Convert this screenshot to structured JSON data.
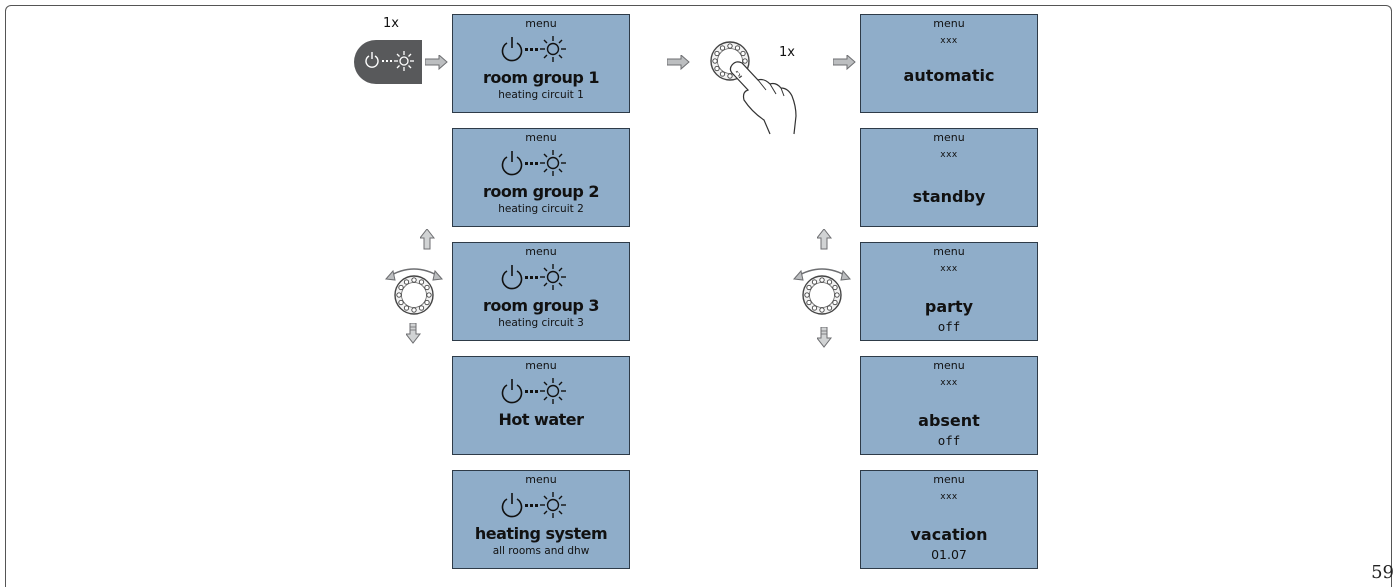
{
  "page_number": "59",
  "labels": {
    "press_count_button": "1x",
    "press_count_knob": "1x"
  },
  "left_screens": [
    {
      "menu": "menu",
      "title": "room group 1",
      "subtitle": "heating circuit 1"
    },
    {
      "menu": "menu",
      "title": "room group 2",
      "subtitle": "heating circuit 2"
    },
    {
      "menu": "menu",
      "title": "room group 3",
      "subtitle": "heating circuit 3"
    },
    {
      "menu": "menu",
      "title": "Hot water",
      "subtitle": ""
    },
    {
      "menu": "menu",
      "title": "heating system",
      "subtitle": "all rooms and dhw"
    }
  ],
  "right_screens": [
    {
      "menu": "menu",
      "code": "xxx",
      "mode": "automatic",
      "value": ""
    },
    {
      "menu": "menu",
      "code": "xxx",
      "mode": "standby",
      "value": ""
    },
    {
      "menu": "menu",
      "code": "xxx",
      "mode": "party",
      "value": "off"
    },
    {
      "menu": "menu",
      "code": "xxx",
      "mode": "absent",
      "value": "off"
    },
    {
      "menu": "menu",
      "code": "xxx",
      "mode": "vacation",
      "value": "01.07"
    }
  ],
  "colors": {
    "lcd_background": "#8fadc9",
    "lcd_border": "#2e3b48",
    "button_dark": "#58595b",
    "arrow_gray": "#a7a9ac"
  },
  "icons": [
    "power-button-icon",
    "sun-icon",
    "rotary-knob-icon",
    "hand-pressing-icon",
    "arrow-right-icon",
    "arrow-up-icon",
    "arrow-down-icon",
    "curved-double-arrow-icon"
  ]
}
